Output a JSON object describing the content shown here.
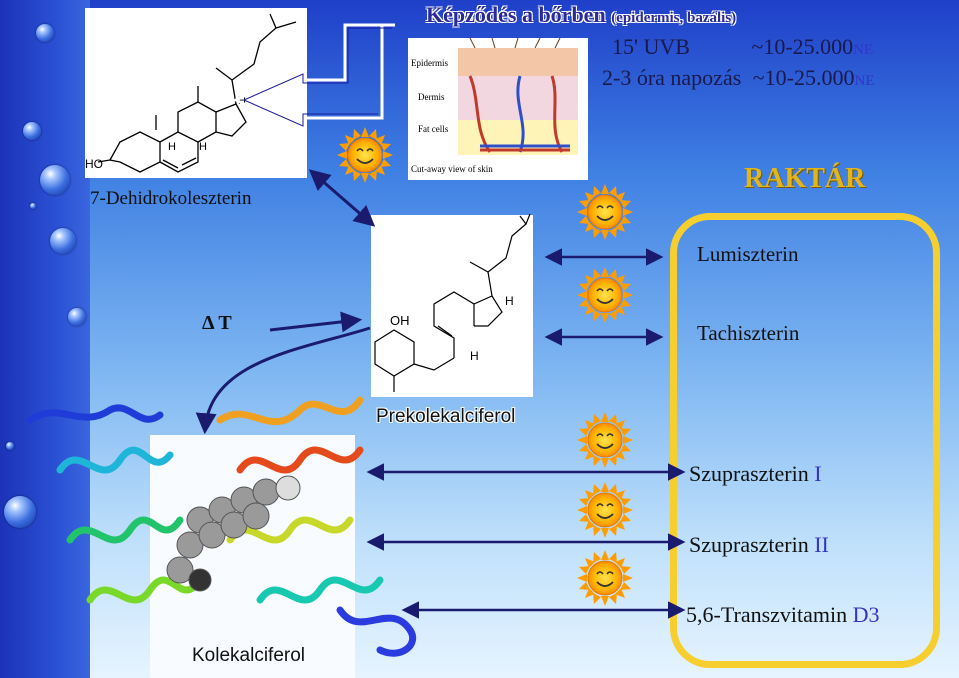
{
  "title_main": "Képződés a bőrben",
  "title_sub": "(epidermis, bazális)",
  "uvb_line": "15' UVB",
  "uvb_value": "~10-25.000",
  "uvb_unit": "NE",
  "sun_line": "2-3 óra napozás",
  "sun_value": "~10-25.000",
  "sun_unit": "NE",
  "compound_7dhc": "7-Dehidrokoleszterin",
  "ho_label": "HO",
  "oh_label": "OH",
  "h_label": "H",
  "delta_t": "Δ T",
  "pre": "Prekolekalciferol",
  "kolekalciferol": "Kolekalciferol",
  "raktar": "RAKTÁR",
  "products": {
    "lumi": "Lumiszterin",
    "tachi": "Tachiszterin",
    "supra1_name": "Szupraszterin",
    "supra1_num": "I",
    "supra2_name": "Szupraszterin",
    "supra2_num": "II",
    "trans_name": "5,6-Transzvitamin",
    "trans_d3": "D3"
  },
  "skin_labels": {
    "epidermis": "Epidermis",
    "dermis": "Dermis",
    "fat": "Fat cells",
    "caption": "Cut-away view of skin"
  },
  "colors": {
    "title_blue": "#2a2a9a",
    "ne_blue": "#3333cc",
    "arrow_navy": "#1a1a6e",
    "raktar_yellow": "#f6cf2f",
    "raktar_text": "#e2b51a",
    "pre_outline": "#1a1aa0"
  }
}
